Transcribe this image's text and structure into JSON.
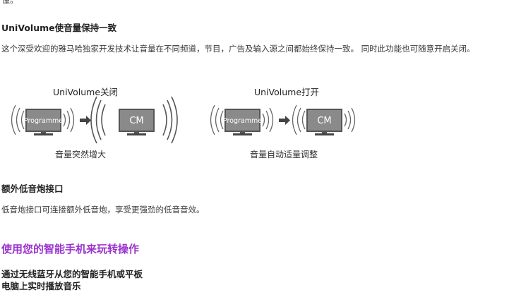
{
  "top_fragment": "懂。",
  "univolume": {
    "heading": "UniVolume使音量保持一致",
    "body": "这个深受欢迎的雅马哈独家开发技术让音量在不同频道，节目，广告及输入源之间都始终保持一致。 同时此功能也可随意开启关闭。"
  },
  "diagrams": [
    {
      "title": "UniVolume关闭",
      "left_screen_label": "Programme",
      "right_screen_label": "CM",
      "caption": "音量突然增大"
    },
    {
      "title": "UniVolume打开",
      "left_screen_label": "Programme",
      "right_screen_label": "CM",
      "caption": "音量自动适量调整"
    }
  ],
  "subwoofer": {
    "heading": "额外低音炮接口",
    "body": "低音炮接口可连接额外低音炮，享受更强劲的低音音效。"
  },
  "smartphone": {
    "title": "使用您的智能手机来玩转操作",
    "heading_line1": "通过无线蓝牙从您的智能手机或平板",
    "heading_line2": "电脑上实时播放音乐"
  },
  "colors": {
    "accent_purple": "#9933cc",
    "screen_fill": "#8a8a8a",
    "wave_stroke": "#666666"
  }
}
